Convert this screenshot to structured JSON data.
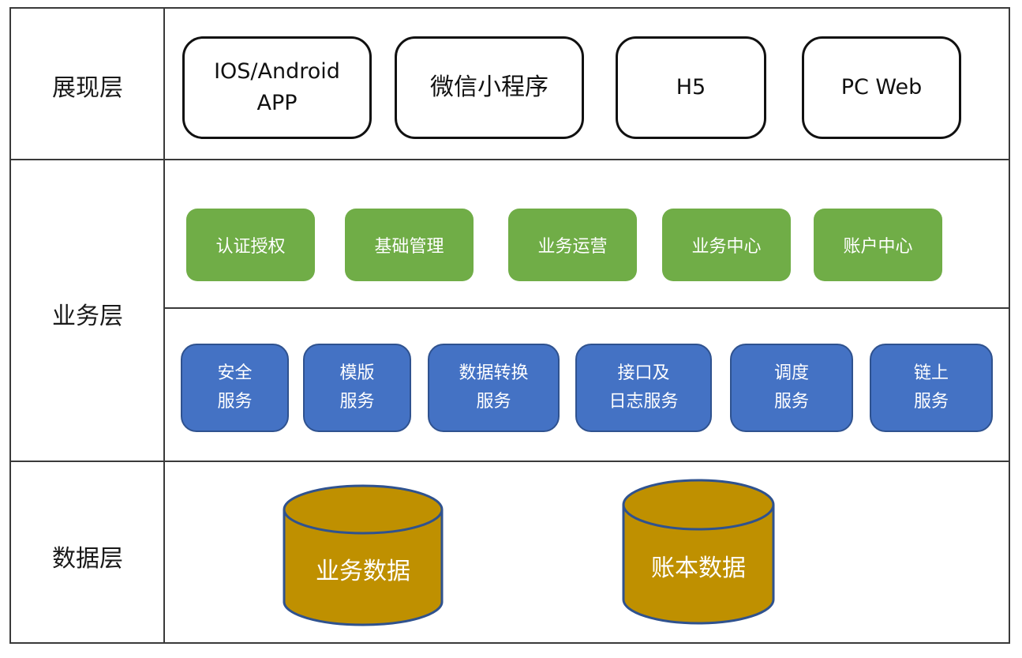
{
  "layers": {
    "presentation": {
      "label": "展现层",
      "items": [
        "IOS/Android\nAPP",
        "微信小程序",
        "H5",
        "PC Web"
      ]
    },
    "business": {
      "label": "业务层",
      "modules": [
        "认证授权",
        "基础管理",
        "业务运营",
        "业务中心",
        "账户中心"
      ],
      "services": [
        "安全\n服务",
        "模版\n服务",
        "数据转换\n服务",
        "接口及\n日志服务",
        "调度\n服务",
        "链上\n服务"
      ]
    },
    "data": {
      "label": "数据层",
      "stores": [
        "业务数据",
        "账本数据"
      ]
    }
  },
  "colors": {
    "module_green": "#70AD47",
    "service_blue": "#4472C4",
    "service_border": "#2F528F",
    "database_gold": "#BF9000"
  }
}
